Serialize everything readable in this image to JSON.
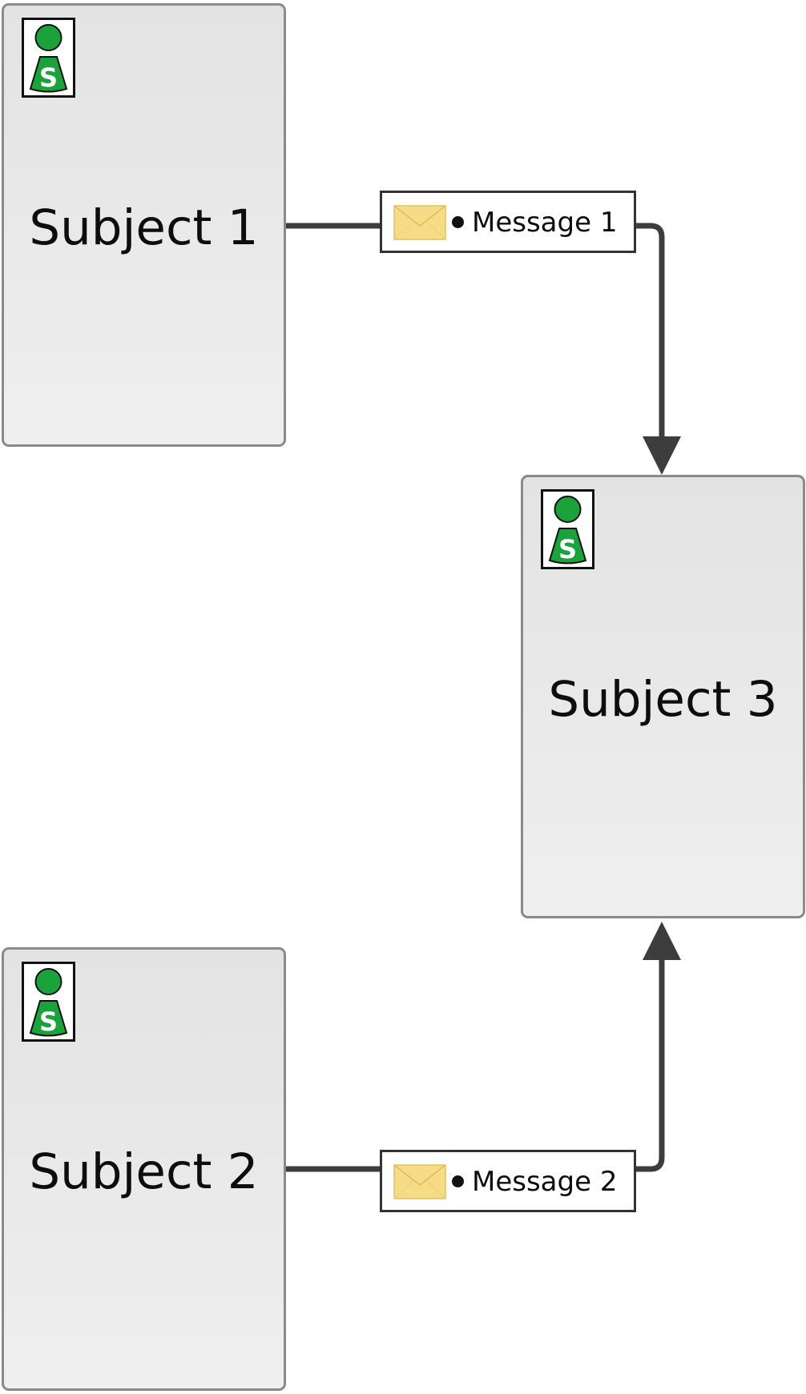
{
  "diagram": {
    "subjects": [
      {
        "id": "subject-1",
        "label": "Subject 1",
        "icon": "subject-pawn-icon",
        "icon_letter": "S"
      },
      {
        "id": "subject-2",
        "label": "Subject 2",
        "icon": "subject-pawn-icon",
        "icon_letter": "S"
      },
      {
        "id": "subject-3",
        "label": "Subject 3",
        "icon": "subject-pawn-icon",
        "icon_letter": "S"
      }
    ],
    "messages": [
      {
        "id": "message-1",
        "label": "Message 1",
        "icon": "envelope-icon",
        "from": "Subject 1",
        "to": "Subject 3"
      },
      {
        "id": "message-2",
        "label": "Message 2",
        "icon": "envelope-icon",
        "from": "Subject 2",
        "to": "Subject 3"
      }
    ],
    "colors": {
      "box_border": "#8a8a8a",
      "connector": "#3d3d3d",
      "pawn_green": "#1aa33a",
      "envelope_fill": "#f6dc86"
    }
  }
}
